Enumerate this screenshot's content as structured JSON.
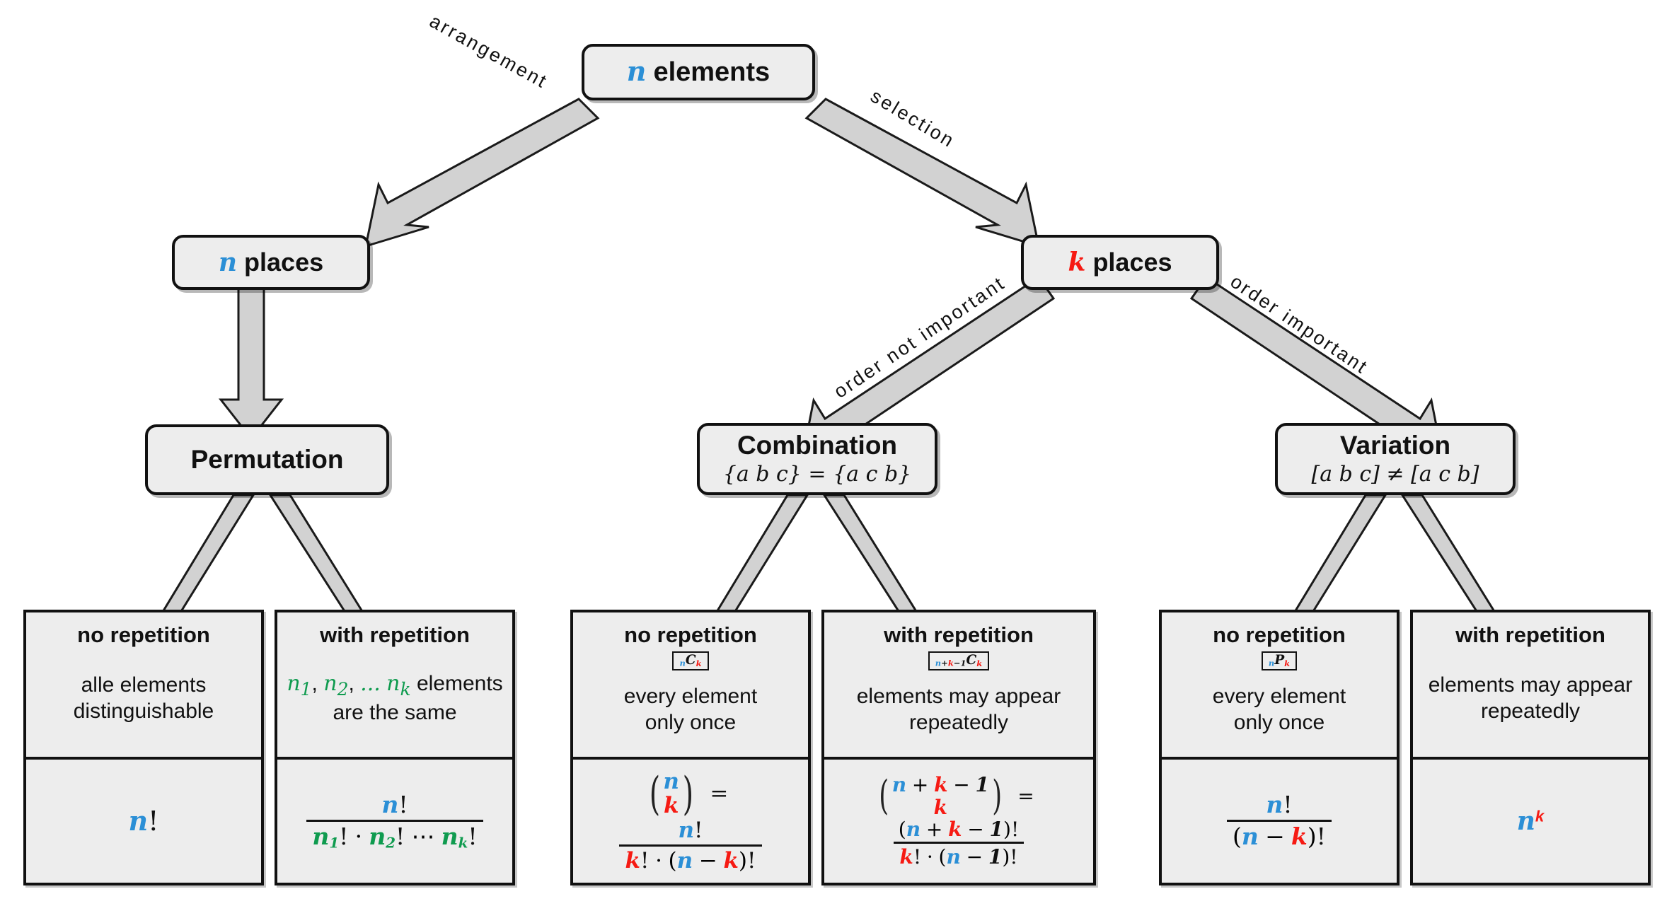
{
  "diagram": {
    "title": "Combinatorics decision tree",
    "colors": {
      "n_blue": "#2b8fd6",
      "k_red": "#f61a13",
      "green": "#0f9b4f",
      "node_fill": "#ededed",
      "node_border": "#111111",
      "arrow_fill": "#d2d2d2",
      "background": "#ffffff"
    }
  },
  "nodes": {
    "root": {
      "title_var": "n",
      "title_text": "elements"
    },
    "n_places": {
      "title_var": "n",
      "title_text": "places"
    },
    "k_places": {
      "title_var": "k",
      "title_text": "places"
    },
    "permutation": {
      "title": "Permutation",
      "subtitle": ""
    },
    "combination": {
      "title": "Combination",
      "subtitle": "{a b c} = {a c b}"
    },
    "variation": {
      "title": "Variation",
      "subtitle": "[a b c] ≠ [a c b]"
    }
  },
  "edges": {
    "arrangement": "arrangement",
    "selection": "selection",
    "order_not_important": "order not important",
    "order_important": "order important"
  },
  "cards": [
    {
      "id": "permutation-no-repetition",
      "header": "no repetition",
      "symbol": "",
      "desc_line1": "alle elements",
      "desc_line2": "distinguishable",
      "formula_plain": "n!"
    },
    {
      "id": "permutation-with-repetition",
      "header": "with repetition",
      "symbol": "",
      "desc_line1": "n₁, n₂, ... nₖ elements",
      "desc_line2": "are the same",
      "formula_plain": "n! / (n₁! · n₂! ⋯ nₖ!)"
    },
    {
      "id": "combination-no-repetition",
      "header": "no repetition",
      "symbol": "nCk",
      "desc_line1": "every element",
      "desc_line2": "only once",
      "formula_plain": "(n choose k) = n! / (k! · (n − k)!)"
    },
    {
      "id": "combination-with-repetition",
      "header": "with repetition",
      "symbol": "n+k-1Ck",
      "desc_line1": "elements may appear",
      "desc_line2": "repeatedly",
      "formula_plain": "(n+k−1 choose k) = (n+k−1)! / (k! · (n−1)!)"
    },
    {
      "id": "variation-no-repetition",
      "header": "no repetition",
      "symbol": "nPk",
      "desc_line1": "every element",
      "desc_line2": "only once",
      "formula_plain": "n! / (n − k)!"
    },
    {
      "id": "variation-with-repetition",
      "header": "with repetition",
      "symbol": "",
      "desc_line1": "elements may appear",
      "desc_line2": "repeatedly",
      "formula_plain": "n^k"
    }
  ],
  "tokens": {
    "n": "n",
    "k": "k",
    "one": "1",
    "bang": "!",
    "dot": "·",
    "minus": "−",
    "plus": "+",
    "equals": "=",
    "cdots": "⋯",
    "ldots": "...",
    "C": "C",
    "P": "P",
    "n1": "n",
    "n2": "n",
    "nk": "n",
    "sub1": "1",
    "sub2": "2",
    "subk": "k",
    "comma": ",",
    "elements_word": "elements",
    "paren_open": "(",
    "paren_close": ")"
  }
}
